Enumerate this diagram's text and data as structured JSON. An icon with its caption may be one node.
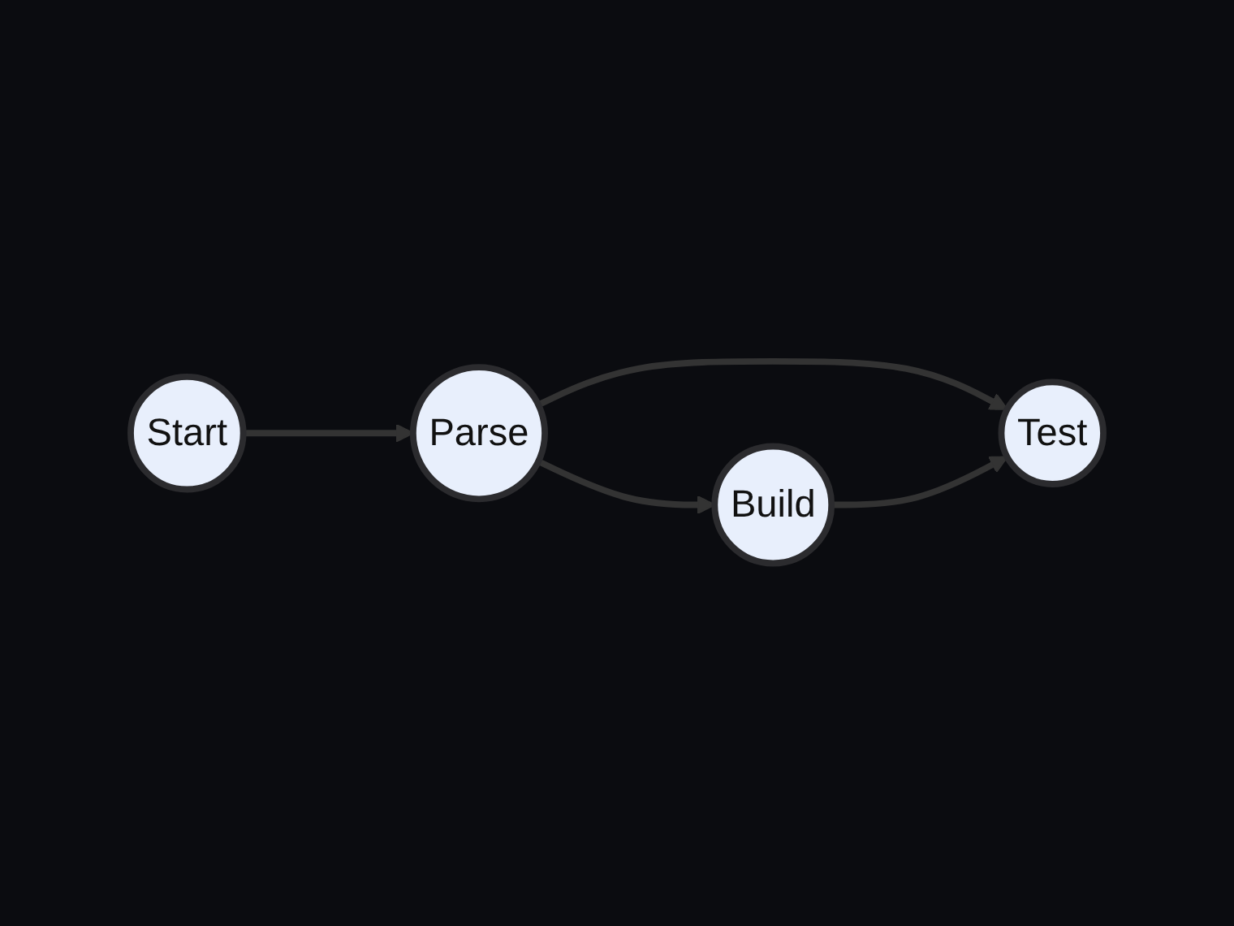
{
  "diagram": {
    "nodes": [
      {
        "text": [
          "Start"
        ]
      },
      {
        "text": [
          "Parse"
        ]
      },
      {
        "text": [
          "Build"
        ]
      },
      {
        "text": [
          "Test"
        ]
      }
    ],
    "edges": [
      {
        "from": 0,
        "to": 1,
        "arrow": "to"
      },
      {
        "from": 1,
        "to": 2,
        "arrow": "to"
      },
      {
        "from": 1,
        "to": 3,
        "arrow": "to"
      },
      {
        "from": 2,
        "to": 3,
        "arrow": "to"
      }
    ]
  }
}
